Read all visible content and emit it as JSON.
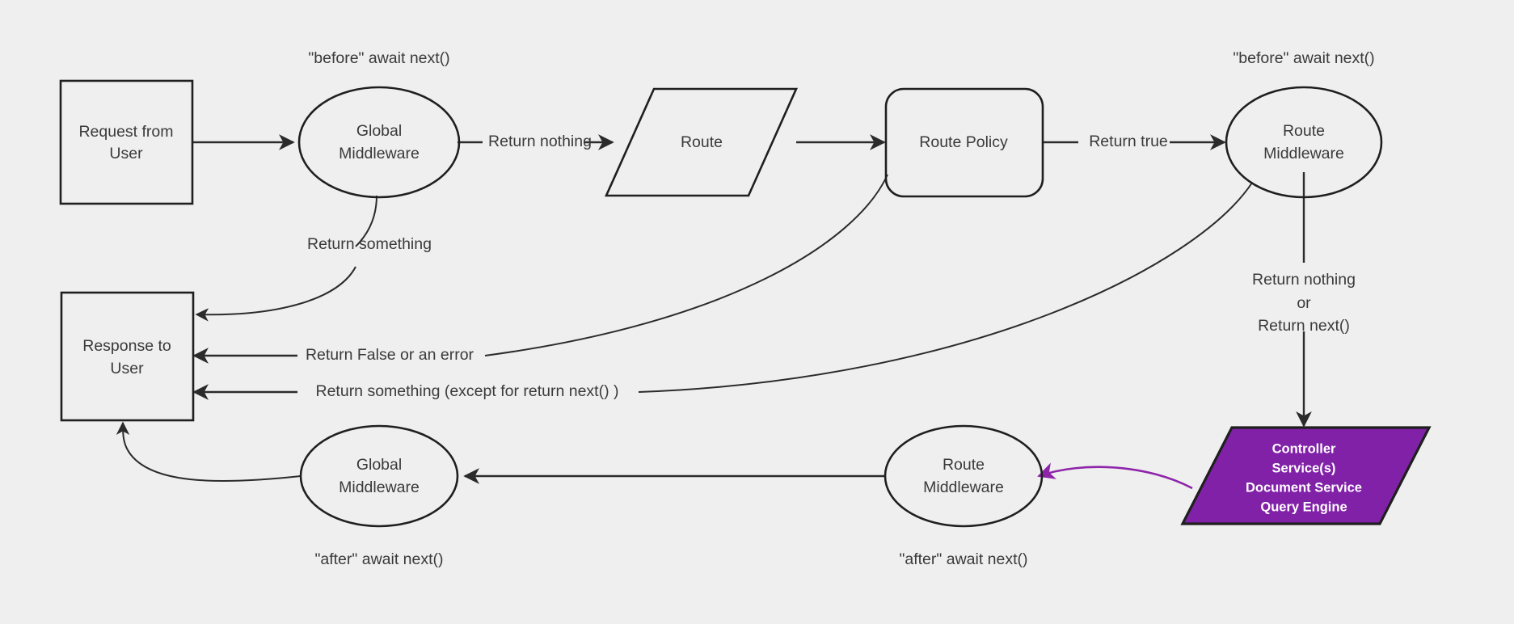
{
  "diagram": {
    "title": "Request / Middleware / Response flow",
    "background_color": "#efefef",
    "stroke_color": "#1f1f1f",
    "text_color": "#3a3a3a",
    "accent_color": "#8121a8",
    "accent_arrow_color": "#8e24aa"
  },
  "nodes": {
    "request_from_user": {
      "line1": "Request from",
      "line2": "User",
      "shape": "rectangle"
    },
    "global_middleware_top": {
      "line1": "Global",
      "line2": "Middleware",
      "shape": "ellipse"
    },
    "route": {
      "line1": "Route",
      "shape": "parallelogram"
    },
    "route_policy": {
      "line1": "Route Policy",
      "shape": "rounded-rectangle"
    },
    "route_middleware_top": {
      "line1": "Route",
      "line2": "Middleware",
      "shape": "ellipse"
    },
    "controller_services": {
      "line1": "Controller",
      "line2": "Service(s)",
      "line3": "Document Service",
      "line4": "Query Engine",
      "shape": "parallelogram",
      "fill": "#8121a8",
      "text_color": "#ffffff"
    },
    "route_middleware_bottom": {
      "line1": "Route",
      "line2": "Middleware",
      "shape": "ellipse"
    },
    "global_middleware_bottom": {
      "line1": "Global",
      "line2": "Middleware",
      "shape": "ellipse"
    },
    "response_to_user": {
      "line1": "Response to",
      "line2": "User",
      "shape": "rectangle"
    }
  },
  "annotations": {
    "before_await_next_global": "\"before\" await next()",
    "before_await_next_route": "\"before\" await next()",
    "after_await_next_global": "\"after\" await next()",
    "after_await_next_route": "\"after\" await next()"
  },
  "edge_labels": {
    "return_nothing": "Return nothing",
    "return_true": "Return true",
    "return_something_global": "Return something",
    "return_false_or_error": "Return False or an error",
    "return_something_except": "Return something (except for return next() )",
    "return_nothing_or_next_1": "Return nothing",
    "return_nothing_or_next_2": "or",
    "return_nothing_or_next_3": "Return next()"
  },
  "chart_data": {
    "type": "table",
    "title": "Middleware request/response flow",
    "edges": [
      {
        "from": "Request from User",
        "to": "Global Middleware",
        "label": ""
      },
      {
        "from": "Global Middleware",
        "to": "Route",
        "label": "Return nothing"
      },
      {
        "from": "Global Middleware",
        "to": "Response to User",
        "label": "Return something"
      },
      {
        "from": "Route",
        "to": "Route Policy",
        "label": ""
      },
      {
        "from": "Route Policy",
        "to": "Route Middleware",
        "label": "Return true"
      },
      {
        "from": "Route Policy",
        "to": "Response to User",
        "label": "Return False or an error"
      },
      {
        "from": "Route Middleware",
        "to": "Response to User",
        "label": "Return something (except for return next() )"
      },
      {
        "from": "Route Middleware",
        "to": "Controller Service(s) / Document Service / Query Engine",
        "label": "Return nothing or Return next()"
      },
      {
        "from": "Controller Service(s) / Document Service / Query Engine",
        "to": "Route Middleware (after)",
        "label": ""
      },
      {
        "from": "Route Middleware (after)",
        "to": "Global Middleware (after)",
        "label": ""
      },
      {
        "from": "Global Middleware (after)",
        "to": "Response to User",
        "label": ""
      }
    ]
  }
}
